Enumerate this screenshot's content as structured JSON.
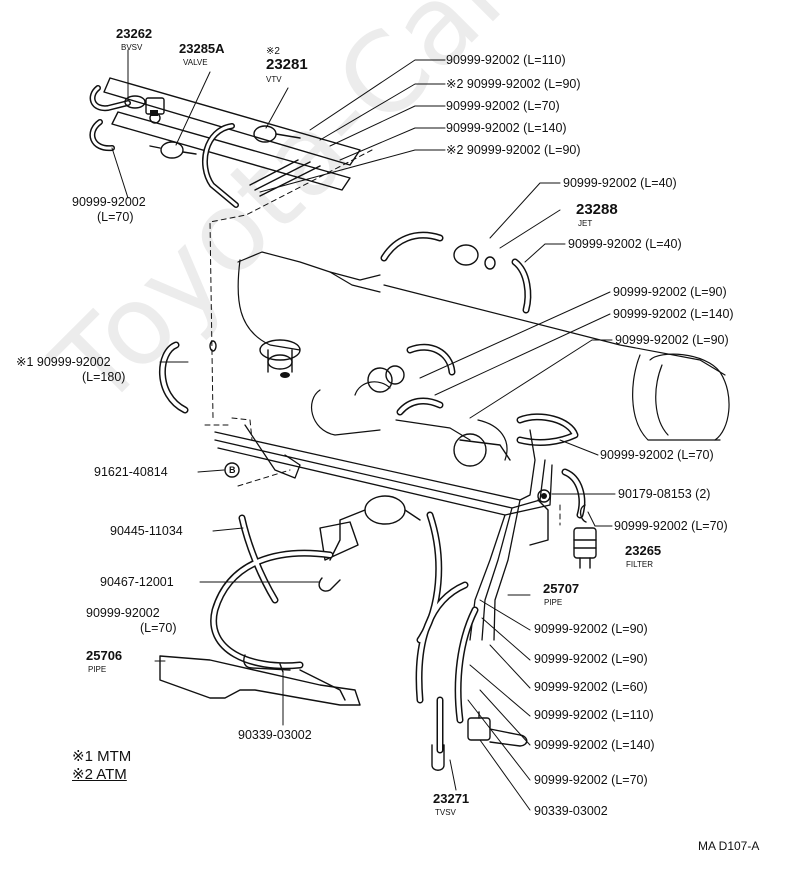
{
  "watermark": "Toyota-Camry.ru",
  "parts": {
    "p23262": {
      "number": "23262",
      "name": "BVSV"
    },
    "p23285a": {
      "number": "23285A",
      "name": "VALVE"
    },
    "p23281": {
      "mark": "※2",
      "number": "23281",
      "name": "VTV"
    },
    "p23288": {
      "number": "23288",
      "name": "JET"
    },
    "p23265": {
      "number": "23265",
      "name": "FILTER"
    },
    "p25707": {
      "number": "25707",
      "name": "PIPE"
    },
    "p25706": {
      "number": "25706",
      "name": "PIPE"
    },
    "p23271": {
      "number": "23271",
      "name": "TVSV"
    }
  },
  "labels": {
    "r1": "90999-92002 (L=110)",
    "r2": "※2 90999-92002 (L=90)",
    "r3": "90999-92002 (L=70)",
    "r4": "90999-92002 (L=140)",
    "r5": "※2 90999-92002 (L=90)",
    "r6": "90999-92002 (L=40)",
    "r7": "90999-92002 (L=40)",
    "r8": "90999-92002 (L=90)",
    "r9": "90999-92002 (L=140)",
    "r10": "90999-92002 (L=90)",
    "r11": "90999-92002 (L=70)",
    "r12": "90179-08153 (2)",
    "r13": "90999-92002 (L=70)",
    "b1": "90999-92002 (L=90)",
    "b2": "90999-92002 (L=90)",
    "b3": "90999-92002 (L=60)",
    "b4": "90999-92002 (L=110)",
    "b5": "90999-92002 (L=140)",
    "b6": "90999-92002 (L=70)",
    "b7": "90339-03002",
    "l1a": "90999-92002",
    "l1b": "(L=70)",
    "l2a": "※1 90999-92002",
    "l2b": "(L=180)",
    "l3": "91621-40814",
    "l3mark": "B",
    "l4": "90445-11034",
    "l5": "90467-12001",
    "l6a": "90999-92002",
    "l6b": "(L=70)",
    "l7": "90339-03002"
  },
  "legend": {
    "line1": "※1 MTM",
    "line2": "※2 ATM"
  },
  "diagram_code": "MA D107-A"
}
